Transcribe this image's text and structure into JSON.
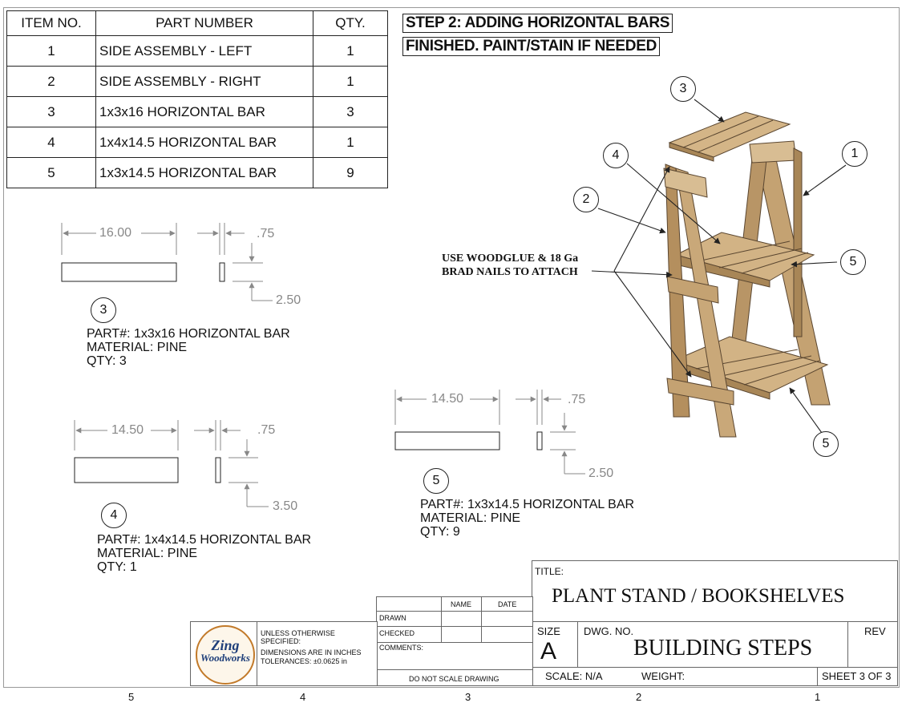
{
  "bom": {
    "headers": [
      "ITEM NO.",
      "PART NUMBER",
      "QTY."
    ],
    "rows": [
      [
        "1",
        "SIDE ASSEMBLY - LEFT",
        "1"
      ],
      [
        "2",
        "SIDE ASSEMBLY - RIGHT",
        "1"
      ],
      [
        "3",
        "1x3x16 HORIZONTAL BAR",
        "3"
      ],
      [
        "4",
        "1x4x14.5 HORIZONTAL BAR",
        "1"
      ],
      [
        "5",
        "1x3x14.5 HORIZONTAL BAR",
        "9"
      ]
    ]
  },
  "step": {
    "line1": "STEP 2: ADDING HORIZONTAL BARS",
    "line2": "FINISHED. PAINT/STAIN IF NEEDED"
  },
  "note": {
    "line1": "USE WOODGLUE & 18 Ga",
    "line2": "BRAD NAILS TO ATTACH"
  },
  "assembly_balloons": [
    "3",
    "4",
    "1",
    "2",
    "5",
    "5"
  ],
  "parts": [
    {
      "balloon": "3",
      "length": "16.00",
      "thickness": ".75",
      "width": "2.50",
      "part": "PART#: 1x3x16 HORIZONTAL BAR",
      "material": "MATERIAL: PINE",
      "qty": "QTY: 3"
    },
    {
      "balloon": "4",
      "length": "14.50",
      "thickness": ".75",
      "width": "3.50",
      "part": "PART#: 1x4x14.5 HORIZONTAL BAR",
      "material": "MATERIAL: PINE",
      "qty": "QTY: 1"
    },
    {
      "balloon": "5",
      "length": "14.50",
      "thickness": ".75",
      "width": "2.50",
      "part": "PART#: 1x3x14.5 HORIZONTAL BAR",
      "material": "MATERIAL: PINE",
      "qty": "QTY: 9"
    }
  ],
  "titleblock": {
    "title_label": "TITLE:",
    "title": "PLANT STAND / BOOKSHELVES",
    "size_label": "SIZE",
    "size": "A",
    "dwg_no_label": "DWG.  NO.",
    "dwg_no": "BUILDING STEPS",
    "rev_label": "REV",
    "scale": "SCALE: N/A",
    "weight": "WEIGHT:",
    "sheet": "SHEET 3 OF 3",
    "name_label": "NAME",
    "date_label": "DATE",
    "drawn": "DRAWN",
    "checked": "CHECKED",
    "comments": "COMMENTS:",
    "unless": "UNLESS OTHERWISE SPECIFIED:",
    "dimensions": "DIMENSIONS ARE IN INCHES",
    "tolerances": "TOLERANCES: ±0.0625 in",
    "do_not_scale": "DO NOT SCALE DRAWING",
    "logo_line1": "Zing",
    "logo_line2": "Woodworks"
  },
  "zones": [
    "5",
    "4",
    "3",
    "2",
    "1"
  ],
  "colors": {
    "wood": "#c9a879",
    "wood_dark": "#9c7c52",
    "line": "#222222",
    "dim": "#888888"
  }
}
